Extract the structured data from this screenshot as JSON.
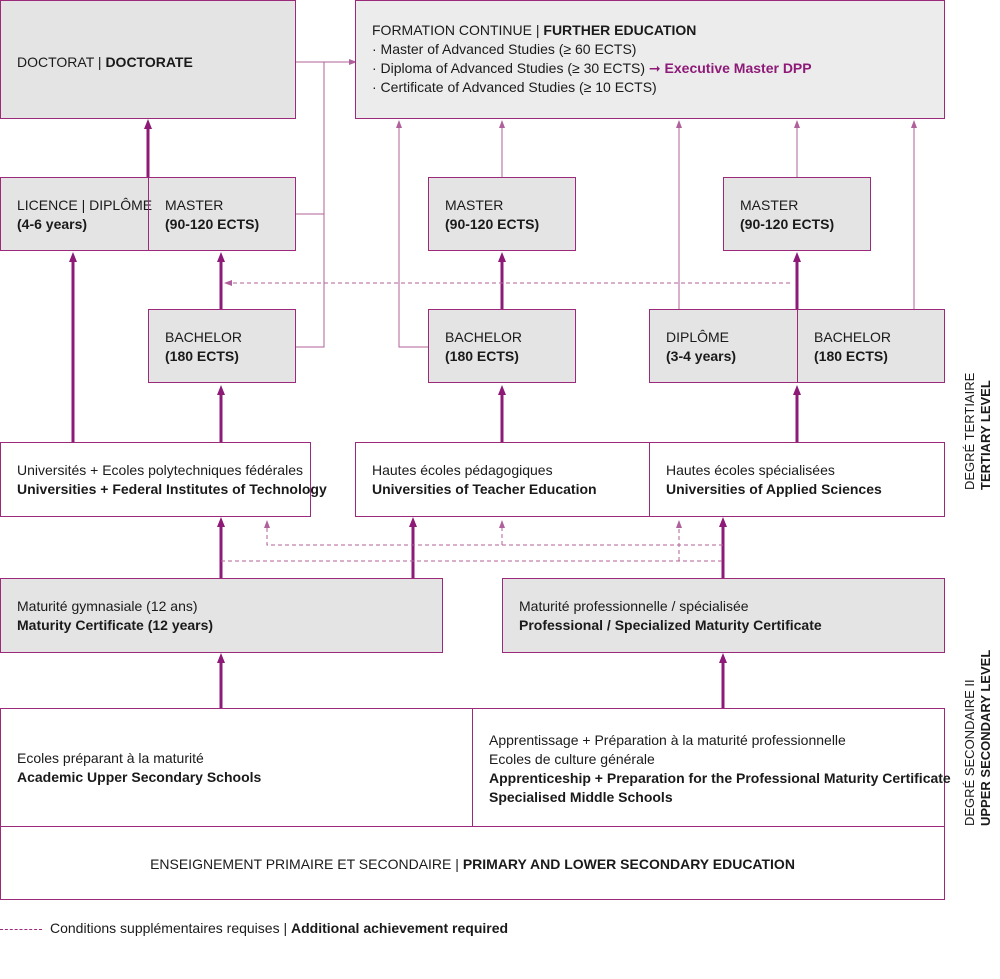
{
  "doctorate": {
    "fr": "DOCTORAT",
    "sep": " | ",
    "en": "DOCTORATE"
  },
  "further_education": {
    "fr": "FORMATION CONTINUE",
    "sep": " | ",
    "en": "FURTHER EDUCATION",
    "items": [
      "· Master of Advanced Studies (≥ 60 ECTS)",
      "· Diploma of Advanced Studies (≥ 30 ECTS)",
      "· Certificate of Advanced Studies (≥ 10 ECTS)"
    ],
    "highlight": "➞ Executive Master DPP"
  },
  "licence": {
    "label": "LICENCE | DIPLÔME",
    "detail": "(4-6 years)"
  },
  "master": {
    "label": "MASTER",
    "detail": "(90-120 ECTS)"
  },
  "bachelor": {
    "label": "BACHELOR",
    "detail": "(180 ECTS)"
  },
  "diplome": {
    "label": "DIPLÔME",
    "detail": "(3-4 years)"
  },
  "universities": {
    "fr": "Universités + Ecoles polytechniques fédérales",
    "en": "Universities + Federal Institutes of Technology"
  },
  "teacher_ed": {
    "fr": "Hautes écoles pédagogiques",
    "en": "Universities of Teacher Education"
  },
  "applied_sciences": {
    "fr": "Hautes écoles spécialisées",
    "en": "Universities of Applied Sciences"
  },
  "maturity": {
    "fr": "Maturité gymnasiale (12 ans)",
    "en": "Maturity Certificate (12 years)"
  },
  "prof_maturity": {
    "fr": "Maturité professionnelle / spécialisée",
    "en": "Professional / Specialized Maturity Certificate"
  },
  "academic_upper": {
    "fr": "Ecoles préparant à la maturité",
    "en": "Academic Upper Secondary Schools"
  },
  "apprenticeship": {
    "fr1": "Apprentissage + Préparation à la maturité professionnelle",
    "fr2": "Ecoles de culture générale",
    "en1": "Apprenticeship + Preparation for the Professional Maturity Certificate",
    "en2": "Specialised Middle Schools"
  },
  "primary": {
    "fr": "ENSEIGNEMENT PRIMAIRE ET SECONDAIRE",
    "sep": " | ",
    "en": "PRIMARY AND LOWER SECONDARY EDUCATION"
  },
  "side_labels": {
    "tertiary_fr": "DEGRÉ TERTIAIRE",
    "tertiary_en": "TERTIARY LEVEL",
    "upper_fr": "DEGRÉ SECONDAIRE II",
    "upper_en": "UPPER SECONDARY LEVEL"
  },
  "legend": {
    "fr": "Conditions supplémentaires requises",
    "sep": " | ",
    "en": "Additional achievement required"
  },
  "colors": {
    "accent": "#8e1a78",
    "border": "#9b2a7a",
    "box_grey": "#e4e4e4",
    "box_light": "#ececec",
    "thin_line": "#b0609a"
  }
}
